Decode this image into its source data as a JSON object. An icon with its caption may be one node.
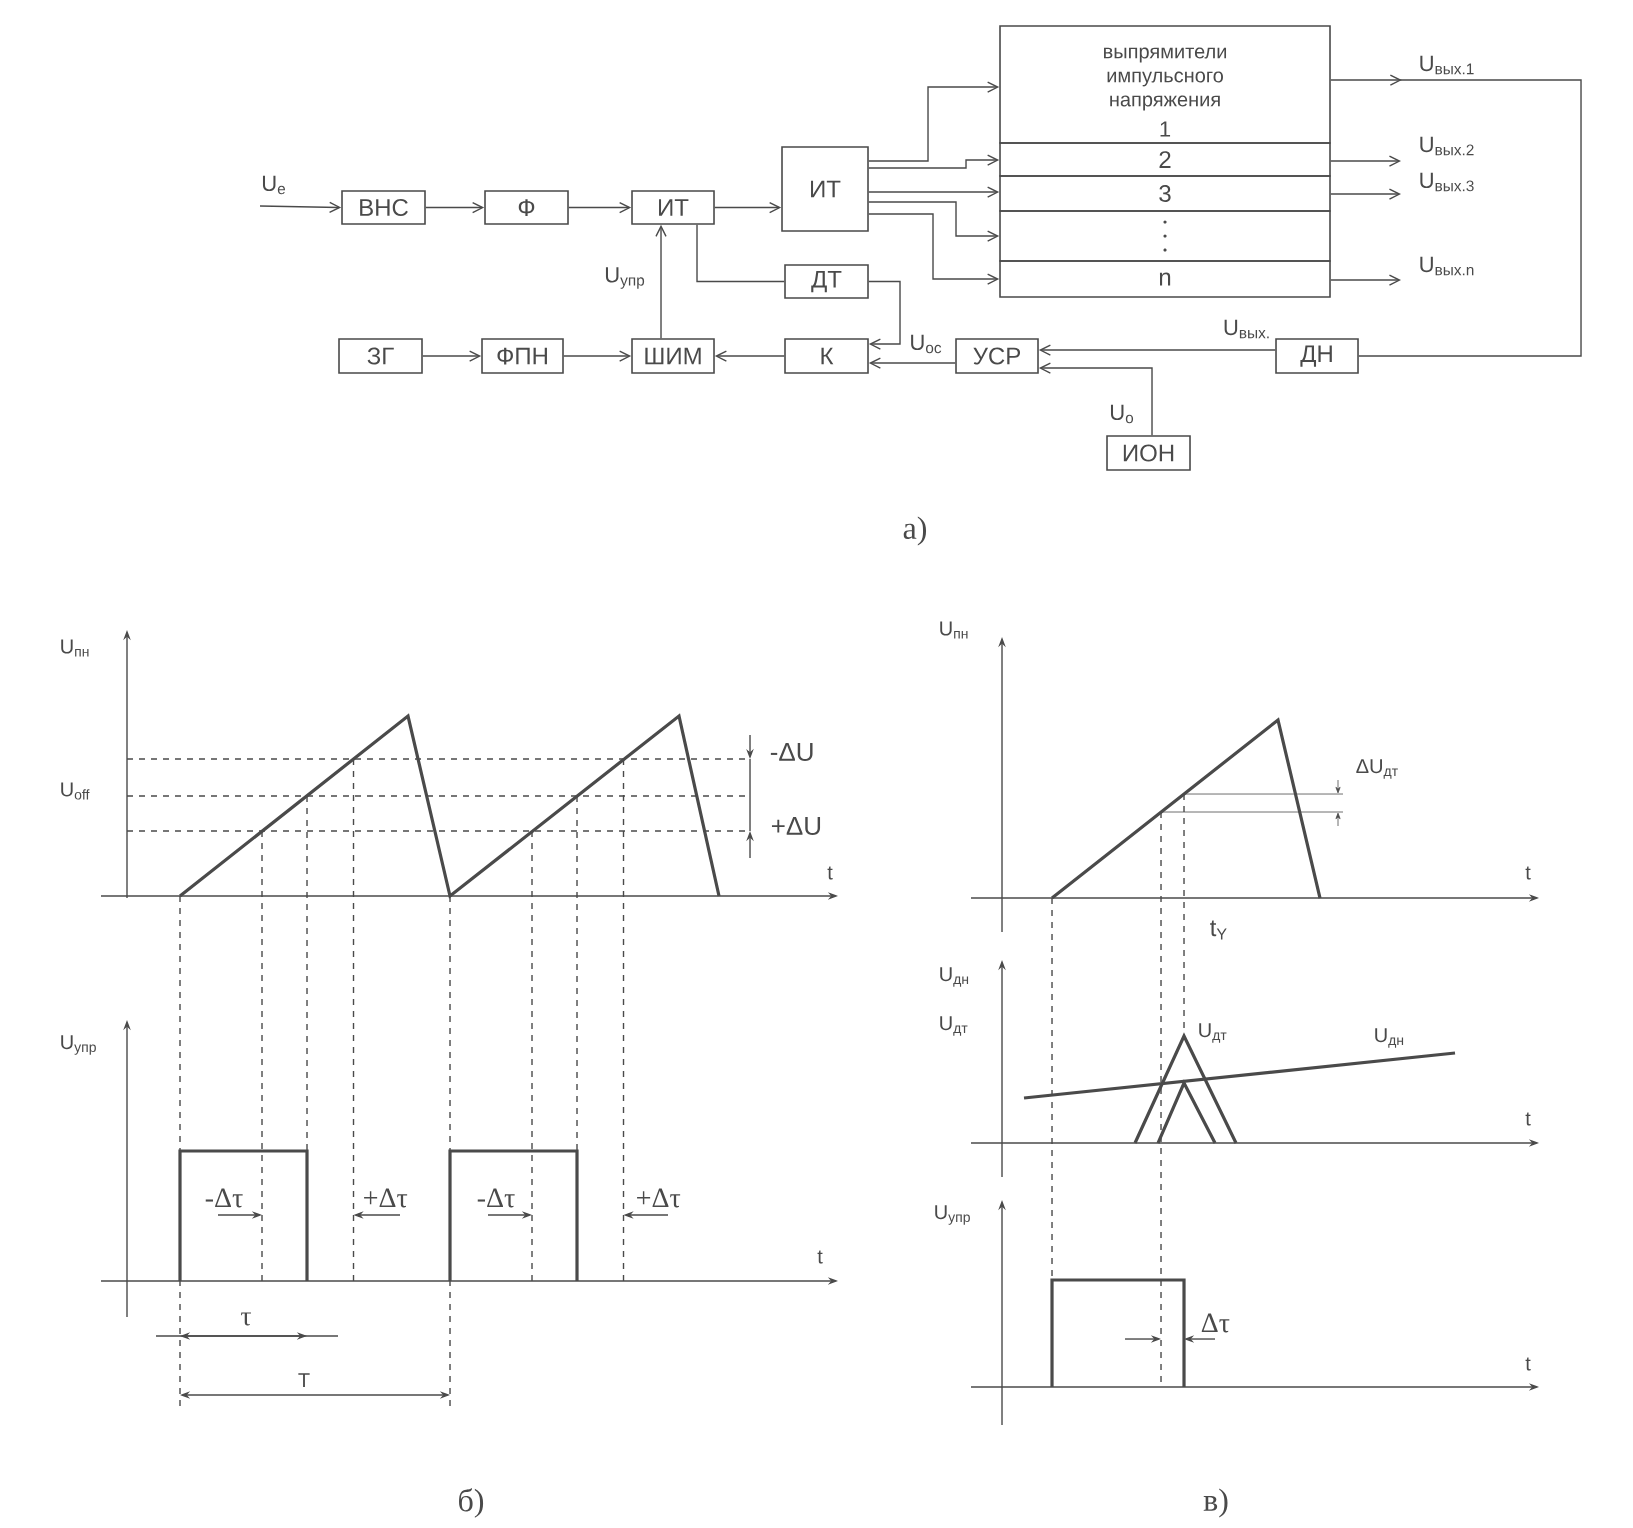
{
  "diagram": {
    "nodes": [
      {
        "text": [
          "ВНС"
        ]
      },
      {
        "text": [
          "Ф"
        ]
      },
      {
        "text": [
          "ИТ"
        ]
      },
      {
        "text": [
          "ИТ"
        ]
      },
      {
        "text": [
          "выпрямители импульсного напряжения",
          "1"
        ]
      },
      {
        "text": [
          "2"
        ]
      },
      {
        "text": [
          "3"
        ]
      },
      {
        "text": [],
        "shape": "box"
      },
      {
        "text": [
          "n"
        ]
      },
      {
        "text": [
          "ДТ"
        ]
      },
      {
        "text": [
          "ЗГ"
        ]
      },
      {
        "text": [
          "ФПН"
        ]
      },
      {
        "text": [
          "ШИМ"
        ]
      },
      {
        "text": [
          "К"
        ]
      },
      {
        "text": [
          "УСР"
        ]
      },
      {
        "text": [
          "ДН"
        ]
      },
      {
        "text": [
          "ИОН"
        ]
      }
    ],
    "edges": [
      {
        "from": null,
        "to": 0,
        "arrow": "to",
        "label": "U$_{e}$"
      },
      {
        "from": 0,
        "to": 1,
        "arrow": "to"
      },
      {
        "from": 1,
        "to": 2,
        "arrow": "to"
      },
      {
        "from": 2,
        "to": 3,
        "arrow": "to"
      },
      {
        "from": 3,
        "to": 4,
        "arrow": "to"
      },
      {
        "from": 3,
        "to": 5,
        "arrow": "to"
      },
      {
        "from": 3,
        "to": 6,
        "arrow": "to"
      },
      {
        "from": 3,
        "to": 7,
        "arrow": "to"
      },
      {
        "from": 3,
        "to": 8,
        "arrow": "to"
      },
      {
        "from": 2,
        "to": 9,
        "arrow": "none"
      },
      {
        "from": 9,
        "to": 13,
        "arrow": "to"
      },
      {
        "from": 10,
        "to": 11,
        "arrow": "to"
      },
      {
        "from": 11,
        "to": 12,
        "arrow": "to"
      },
      {
        "from": 12,
        "to": 2,
        "arrow": "to",
        "label": "U$_{упр}$"
      },
      {
        "from": 13,
        "to": 12,
        "arrow": "to"
      },
      {
        "from": 14,
        "to": 13,
        "arrow": "to",
        "label": "U$_{ос}$"
      },
      {
        "from": 15,
        "to": 14,
        "arrow": "to",
        "label": "U$_{вых.}$"
      },
      {
        "from": 16,
        "to": 14,
        "arrow": "to",
        "label": "U$_{о}$"
      },
      {
        "from": 4,
        "to": 15,
        "arrow": "to",
        "label": "U$_{вых.1}$"
      },
      {
        "from": 5,
        "to": null,
        "arrow": "to",
        "label": "U$_{вых.2}$"
      },
      {
        "from": 6,
        "to": null,
        "arrow": "to",
        "label": "U$_{вых.3}$"
      },
      {
        "from": 8,
        "to": null,
        "arrow": "to",
        "label": "U$_{вых.n}$"
      }
    ],
    "labels": [
      "а)",
      "U$_{пн}$",
      "U$_{off}$",
      "-ΔU",
      "+ΔU",
      "t",
      "U$_{упр}$",
      "-Δτ",
      "+Δτ",
      "-Δτ",
      "+Δτ",
      "t",
      "τ",
      "T",
      "б)",
      "U$_{пн}$",
      "ΔU$_{дт}$",
      "t",
      "t$_{Y}$",
      "U$_{дн}$",
      "U$_{дт}$",
      "U$_{дт}$",
      "U$_{дн}$",
      "t",
      "U$_{упр}$",
      "Δτ",
      "t",
      "в)"
    ]
  }
}
